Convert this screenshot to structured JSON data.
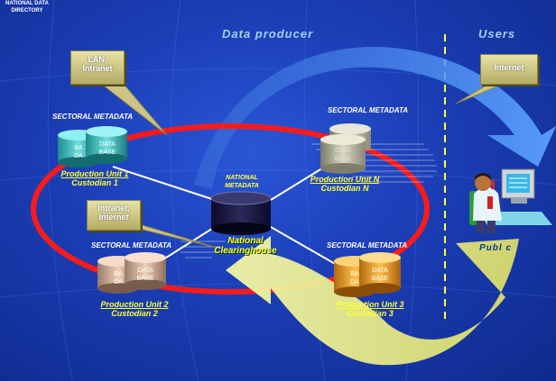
{
  "header": {
    "producer_title": "Data producer",
    "users_title": "Users"
  },
  "callouts": {
    "lan": "LAN,",
    "lan2": "Intranet",
    "intranet": "Intranet,",
    "intranet2": "Internet",
    "internet": "Internet"
  },
  "nodes": {
    "top_left": {
      "sectoral": "SECTORAL METADATA",
      "db_back": "BA\nDA",
      "db_front": "DATA\nBASE",
      "unit": "Production Unit 1",
      "custodian": "Custodian 1"
    },
    "top_right": {
      "sectoral": "SECTORAL METADATA",
      "db_front": "DATA\nBASE",
      "unit": "Production Unit N",
      "custodian": "Custodian N"
    },
    "bottom_left": {
      "sectoral": "SECTORAL METADATA",
      "db_back": "BA\nDA",
      "db_front": "DATA\nBASE",
      "unit": "Production Unit 2",
      "custodian": "Custodian 2"
    },
    "bottom_right": {
      "sectoral": "SECTORAL METADATA",
      "db_back": "BA\nDA",
      "db_front": "DATA\nBASE",
      "unit": "Production Unit 3",
      "custodian": "Custodian 3"
    },
    "center": {
      "metadata": "NATIONAL\nMETADATA",
      "directory": "NATIONAL DATA\nDIRECTORY",
      "clearinghouse": "National\nClearinghouse"
    }
  },
  "users": {
    "public": "Publ c"
  },
  "colors": {
    "background": "#1c3fb8",
    "ring": "#ff1a1a",
    "arrow_blue": "#4f8fe6",
    "arrow_yellow": "#e6ea72",
    "label_yellow": "#ffff33"
  }
}
